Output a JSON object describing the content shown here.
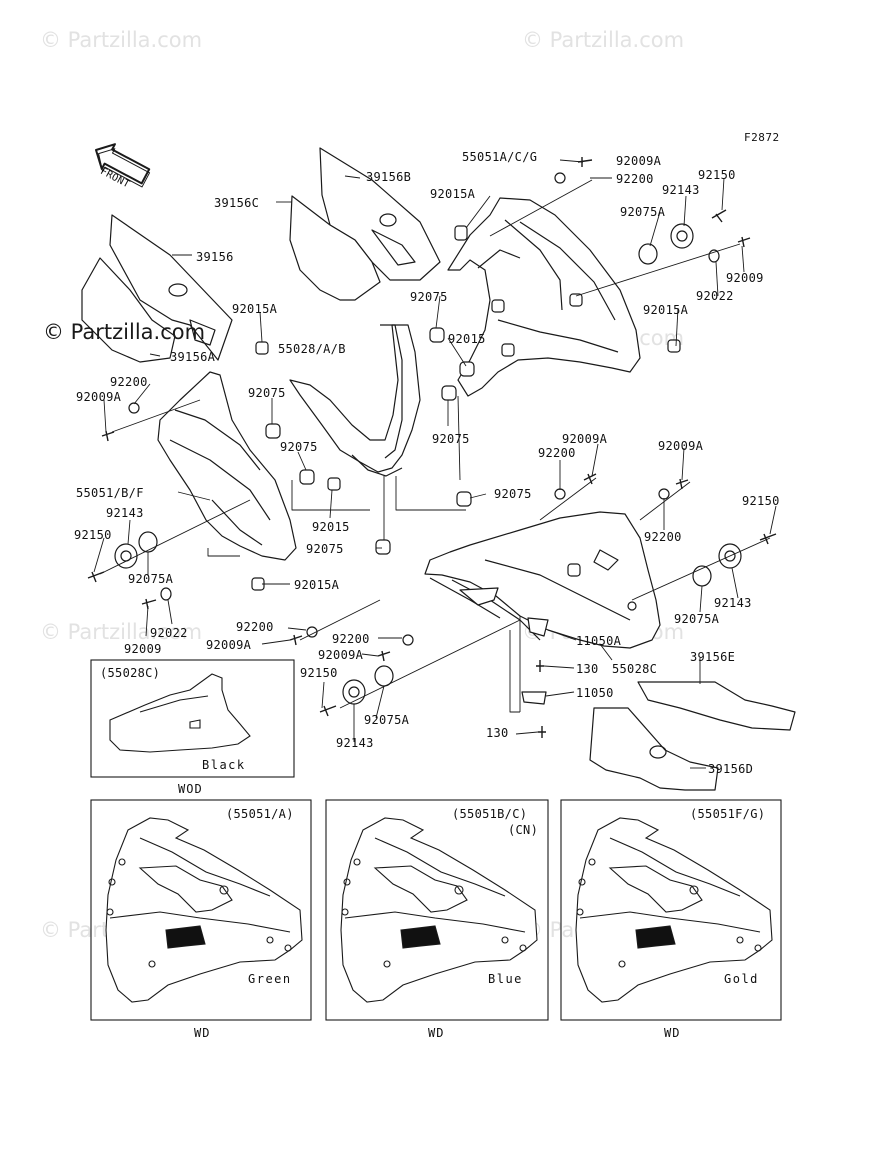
{
  "watermarks": {
    "main": "© Partzilla.com",
    "faded": "© Partzilla.com"
  },
  "figure_code": "F2872",
  "front_label": "FRONT",
  "parts": {
    "p55051ACG": "55051A/C/G",
    "p92009A_top": "92009A",
    "p92200_top": "92200",
    "p92015A_top": "92015A",
    "p39156B": "39156B",
    "p39156C": "39156C",
    "p92150_top": "92150",
    "p92143_top": "92143",
    "p92075A_top": "92075A",
    "p92009_top": "92009",
    "p92022_top": "92022",
    "p92015A_right": "92015A",
    "p39156": "39156",
    "p92075_a": "92075",
    "p92015_a": "92015",
    "p92015A_left": "92015A",
    "p55028AB": "55028/A/B",
    "p39156A": "39156A",
    "p92200_left": "92200",
    "p92009A_left": "92009A",
    "p92075_b": "92075",
    "p92075_c": "92075",
    "p92075_d": "92075",
    "p92009A_mid": "92009A",
    "p92200_mid": "92200",
    "p92009A_right": "92009A",
    "p92075_e": "92075",
    "p55051BF": "55051/B/F",
    "p92015_b": "92015",
    "p92143_left": "92143",
    "p92150_left": "92150",
    "p92075A_left": "92075A",
    "p92200_right": "92200",
    "p92150_right": "92150",
    "p92075_f": "92075",
    "p92015A_bot": "92015A",
    "p92009_left": "92009",
    "p92022_left": "92022",
    "p92143_right": "92143",
    "p92200_low": "92200",
    "p92009A_low": "92009A",
    "p92200_low2": "92200",
    "p92075A_right": "92075A",
    "p11050A": "11050A",
    "p92009A_low2": "92009A",
    "p130_a": "130",
    "p55028C": "55028C",
    "p39156E": "39156E",
    "p92150_low": "92150",
    "p92075A_low": "92075A",
    "p92143_low": "92143",
    "p11050": "11050",
    "p130_b": "130",
    "p39156D": "39156D"
  },
  "boxes": {
    "box_55028C": {
      "title": "(55028C)",
      "color": "Black",
      "code": "WOD"
    },
    "box_55051A": {
      "title": "(55051/A)",
      "color": "Green",
      "code": "WD"
    },
    "box_55051BC": {
      "title": "(55051B/C)",
      "subtitle": "(CN)",
      "color": "Blue",
      "code": "WD"
    },
    "box_55051FG": {
      "title": "(55051F/G)",
      "color": "Gold",
      "code": "WD"
    }
  },
  "line_color": "#1a1a1a"
}
